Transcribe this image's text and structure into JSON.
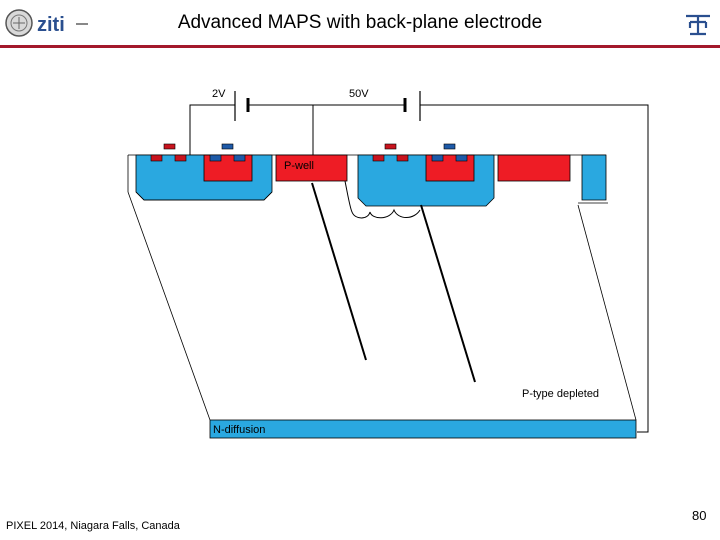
{
  "slide": {
    "title": "Advanced MAPS with back-plane electrode",
    "footer": "PIXEL 2014, Niagara Falls, Canada",
    "page_number": "80"
  },
  "diagram": {
    "labels": {
      "voltage_left": "2V",
      "voltage_right": "50V",
      "p_well": "P-well",
      "p_type_depleted": "P-type depleted",
      "n_diffusion": "N-diffusion"
    }
  },
  "colors": {
    "accent_line": "#a3182b",
    "n_well": "#2aa8e0",
    "p_well": "#ee1c25",
    "contact_blue": "#1e5aa8",
    "contact_red": "#c8141e"
  },
  "icons": {
    "logo_left": "university-seal-icon",
    "logo_right": "institute-logo-icon"
  }
}
